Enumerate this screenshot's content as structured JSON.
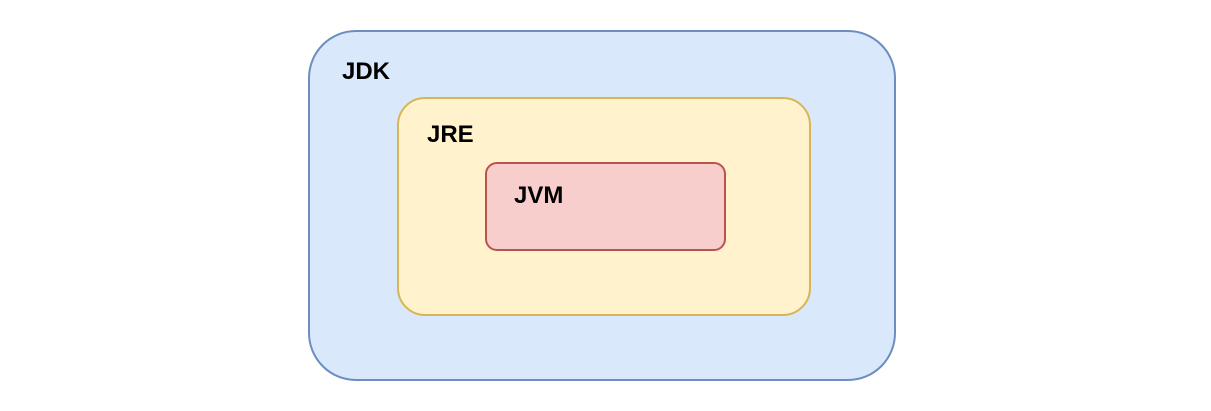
{
  "diagram": {
    "boxes": {
      "jdk": {
        "label": "JDK",
        "fill": "#dae8fc",
        "stroke": "#6c8ebf"
      },
      "jre": {
        "label": "JRE",
        "fill": "#fff2cc",
        "stroke": "#d6b656"
      },
      "jvm": {
        "label": "JVM",
        "fill": "#f8cecc",
        "stroke": "#b85450"
      }
    }
  }
}
